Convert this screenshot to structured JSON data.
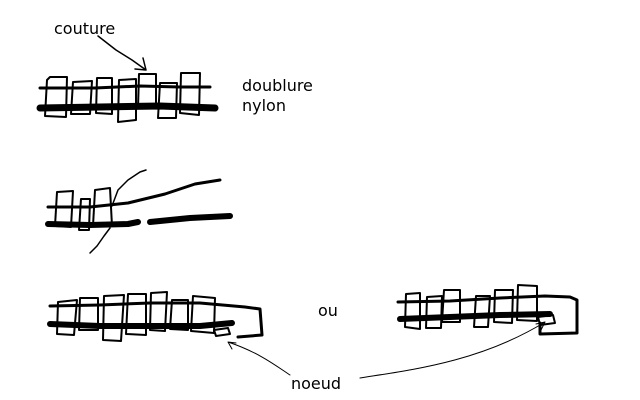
{
  "labels": {
    "couture": "couture",
    "doublure": "doublure",
    "nylon": "nylon",
    "ou": "ou",
    "noeud": "noeud"
  },
  "colors": {
    "ink": "#000000",
    "background": "#ffffff"
  }
}
